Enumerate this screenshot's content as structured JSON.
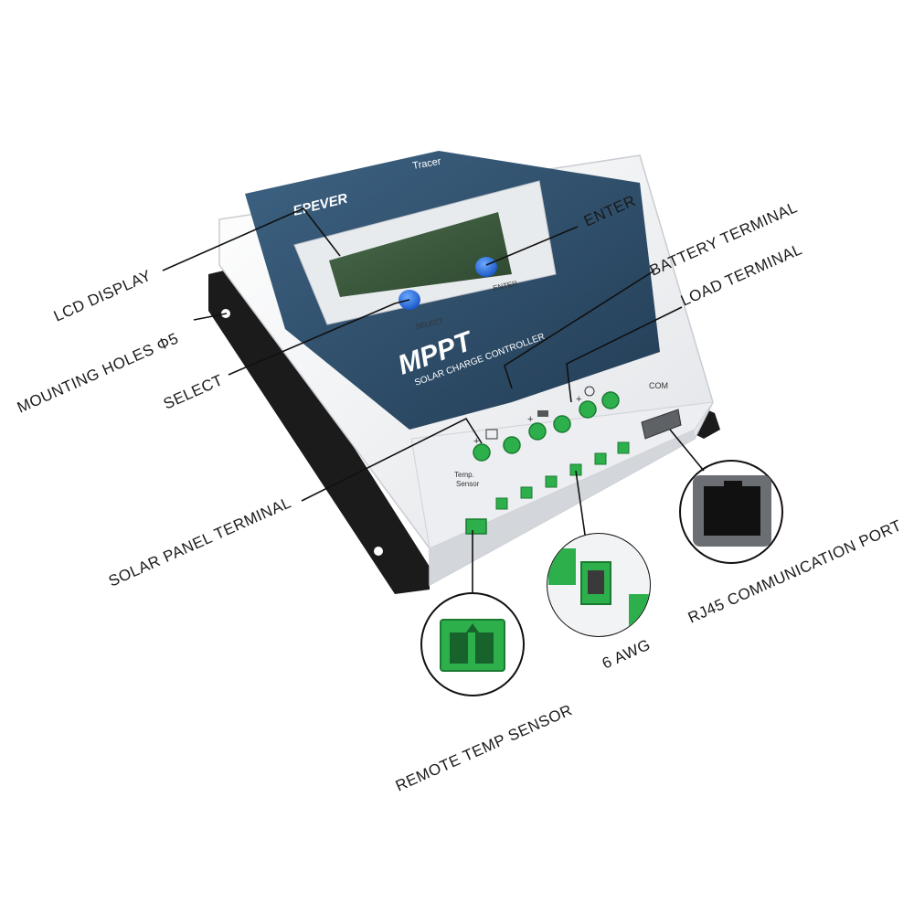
{
  "device": {
    "brand": "EPEVER",
    "model": "Tracer",
    "title": "MPPT",
    "subtitle": "SOLAR CHARGE CONTROLLER",
    "select_label": "SELECT",
    "enter_label": "ENTER",
    "com_label": "COM",
    "temp_label_1": "Temp.",
    "temp_label_2": "Sensor",
    "plus": "+",
    "minus": "-"
  },
  "callouts": {
    "lcd_display": "LCD DISPLAY",
    "mounting_holes": "MOUNTING HOLES Φ5",
    "select": "SELECT",
    "enter": "ENTER",
    "battery_terminal": "BATTERY TERMINAL",
    "load_terminal": "LOAD TERMINAL",
    "solar_panel_terminal": "SOLAR PANEL TERMINAL",
    "remote_temp_sensor": "REMOTE TEMP SENSOR",
    "awg": "6 AWG",
    "rj45_port": "RJ45 COMMUNICATION PORT"
  },
  "colors": {
    "panel_blue": "#2f4f6b",
    "button_blue": "#1e6fe0",
    "lcd_green": "#3a5a3c",
    "connector_green": "#2db04b",
    "bracket_black": "#1b1b1b",
    "housing_white": "#f3f4f6"
  }
}
